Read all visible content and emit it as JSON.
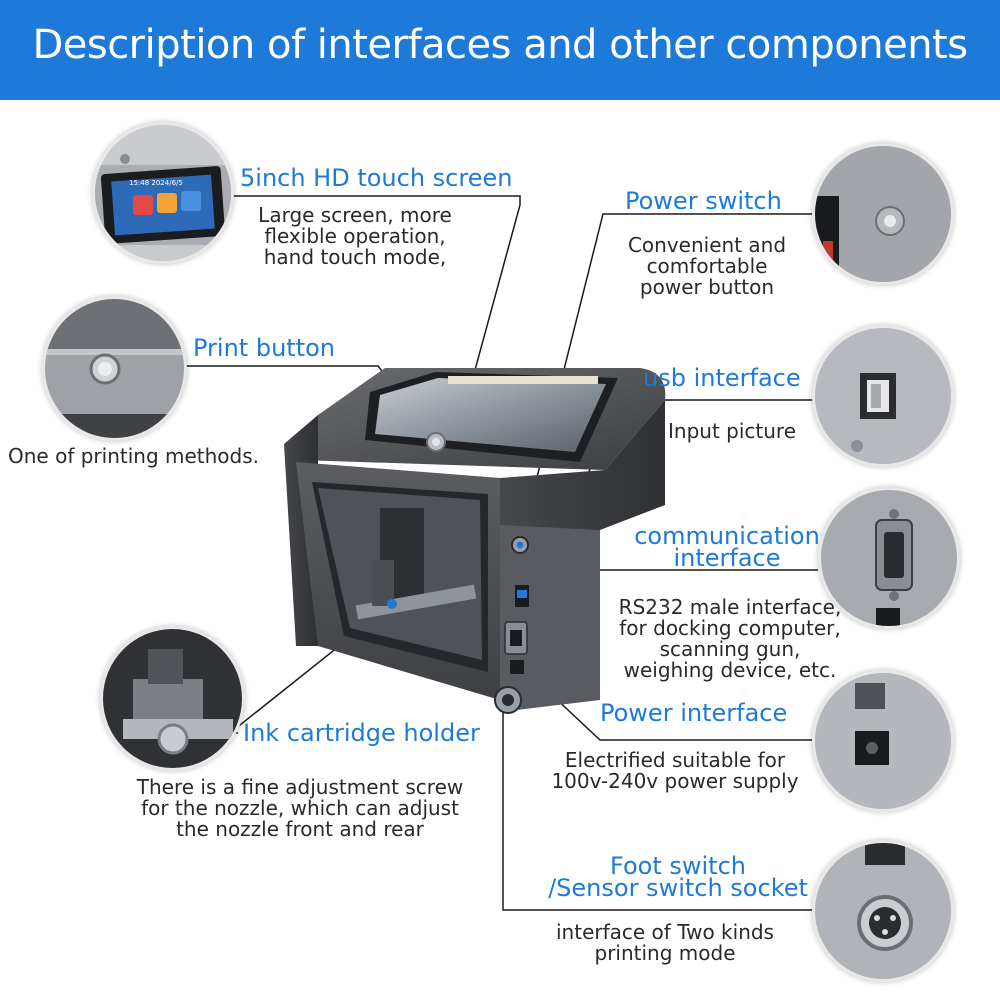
{
  "header": {
    "title": "Description of interfaces and other components"
  },
  "components": {
    "touch_screen": {
      "heading": "5inch HD touch screen",
      "desc": [
        "Large screen, more",
        "flexible operation,",
        "hand touch mode,"
      ],
      "screen_time": "15:48 2024/6/5"
    },
    "print_button": {
      "heading": "Print button",
      "desc": [
        "One of printing methods."
      ]
    },
    "ink_holder": {
      "heading": "Ink cartridge holder",
      "desc": [
        "There is a fine adjustment screw",
        "for the nozzle, which can adjust",
        "the nozzle front and rear"
      ]
    },
    "power_switch": {
      "heading": "Power switch",
      "desc": [
        "Convenient and",
        "comfortable",
        "power button"
      ]
    },
    "usb": {
      "heading": "usb interface",
      "desc": [
        "Input picture"
      ]
    },
    "communication": {
      "heading": [
        "communication",
        "interface"
      ],
      "desc": [
        "RS232 male interface,",
        "for docking computer,",
        "scanning gun,",
        "weighing device, etc."
      ]
    },
    "power_interface": {
      "heading": "Power interface",
      "desc": [
        "Electrified suitable for",
        "100v-240v power supply"
      ]
    },
    "foot_switch": {
      "heading": [
        "Foot switch",
        "/Sensor switch socket"
      ],
      "desc": [
        "interface of Two kinds",
        "printing mode"
      ]
    }
  },
  "colors": {
    "banner": "#1e7ad8",
    "accent": "#1e7ad8",
    "text": "#2a2a2a",
    "device": "#4a4c50"
  }
}
